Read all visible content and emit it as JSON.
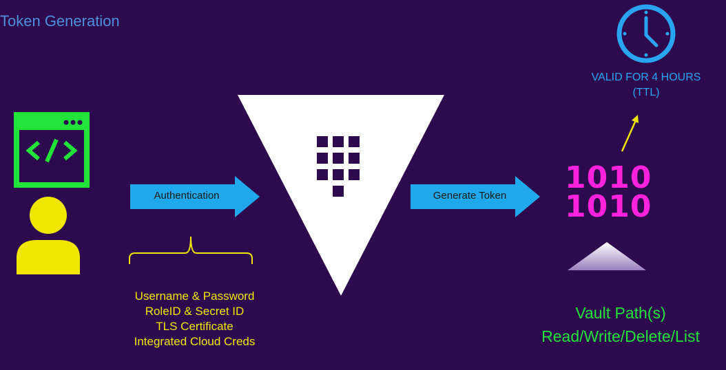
{
  "title": "Token Generation",
  "arrows": {
    "authentication": "Authentication",
    "generate_token": "Generate Token"
  },
  "auth_methods": [
    "Username & Password",
    "RoleID & Secret ID",
    "TLS Certificate",
    "Integrated Cloud Creds"
  ],
  "ttl": {
    "line1": "VALID FOR 4 HOURS",
    "line2": "(TTL)"
  },
  "token": {
    "line1": "1010",
    "line2": "1010"
  },
  "vault_path": {
    "line1": "Vault Path(s)",
    "line2": "Read/Write/Delete/List"
  },
  "colors": {
    "background": "#2d0a4e",
    "title": "#4d8fd8",
    "arrow": "#1fa8ec",
    "green": "#22e33a",
    "yellow": "#f0e600",
    "magenta": "#ff22dd",
    "cyan": "#2aa3f0"
  },
  "icons": [
    "code-window-icon",
    "user-icon",
    "vault-triangle-icon",
    "clock-icon",
    "binary-token-icon"
  ]
}
